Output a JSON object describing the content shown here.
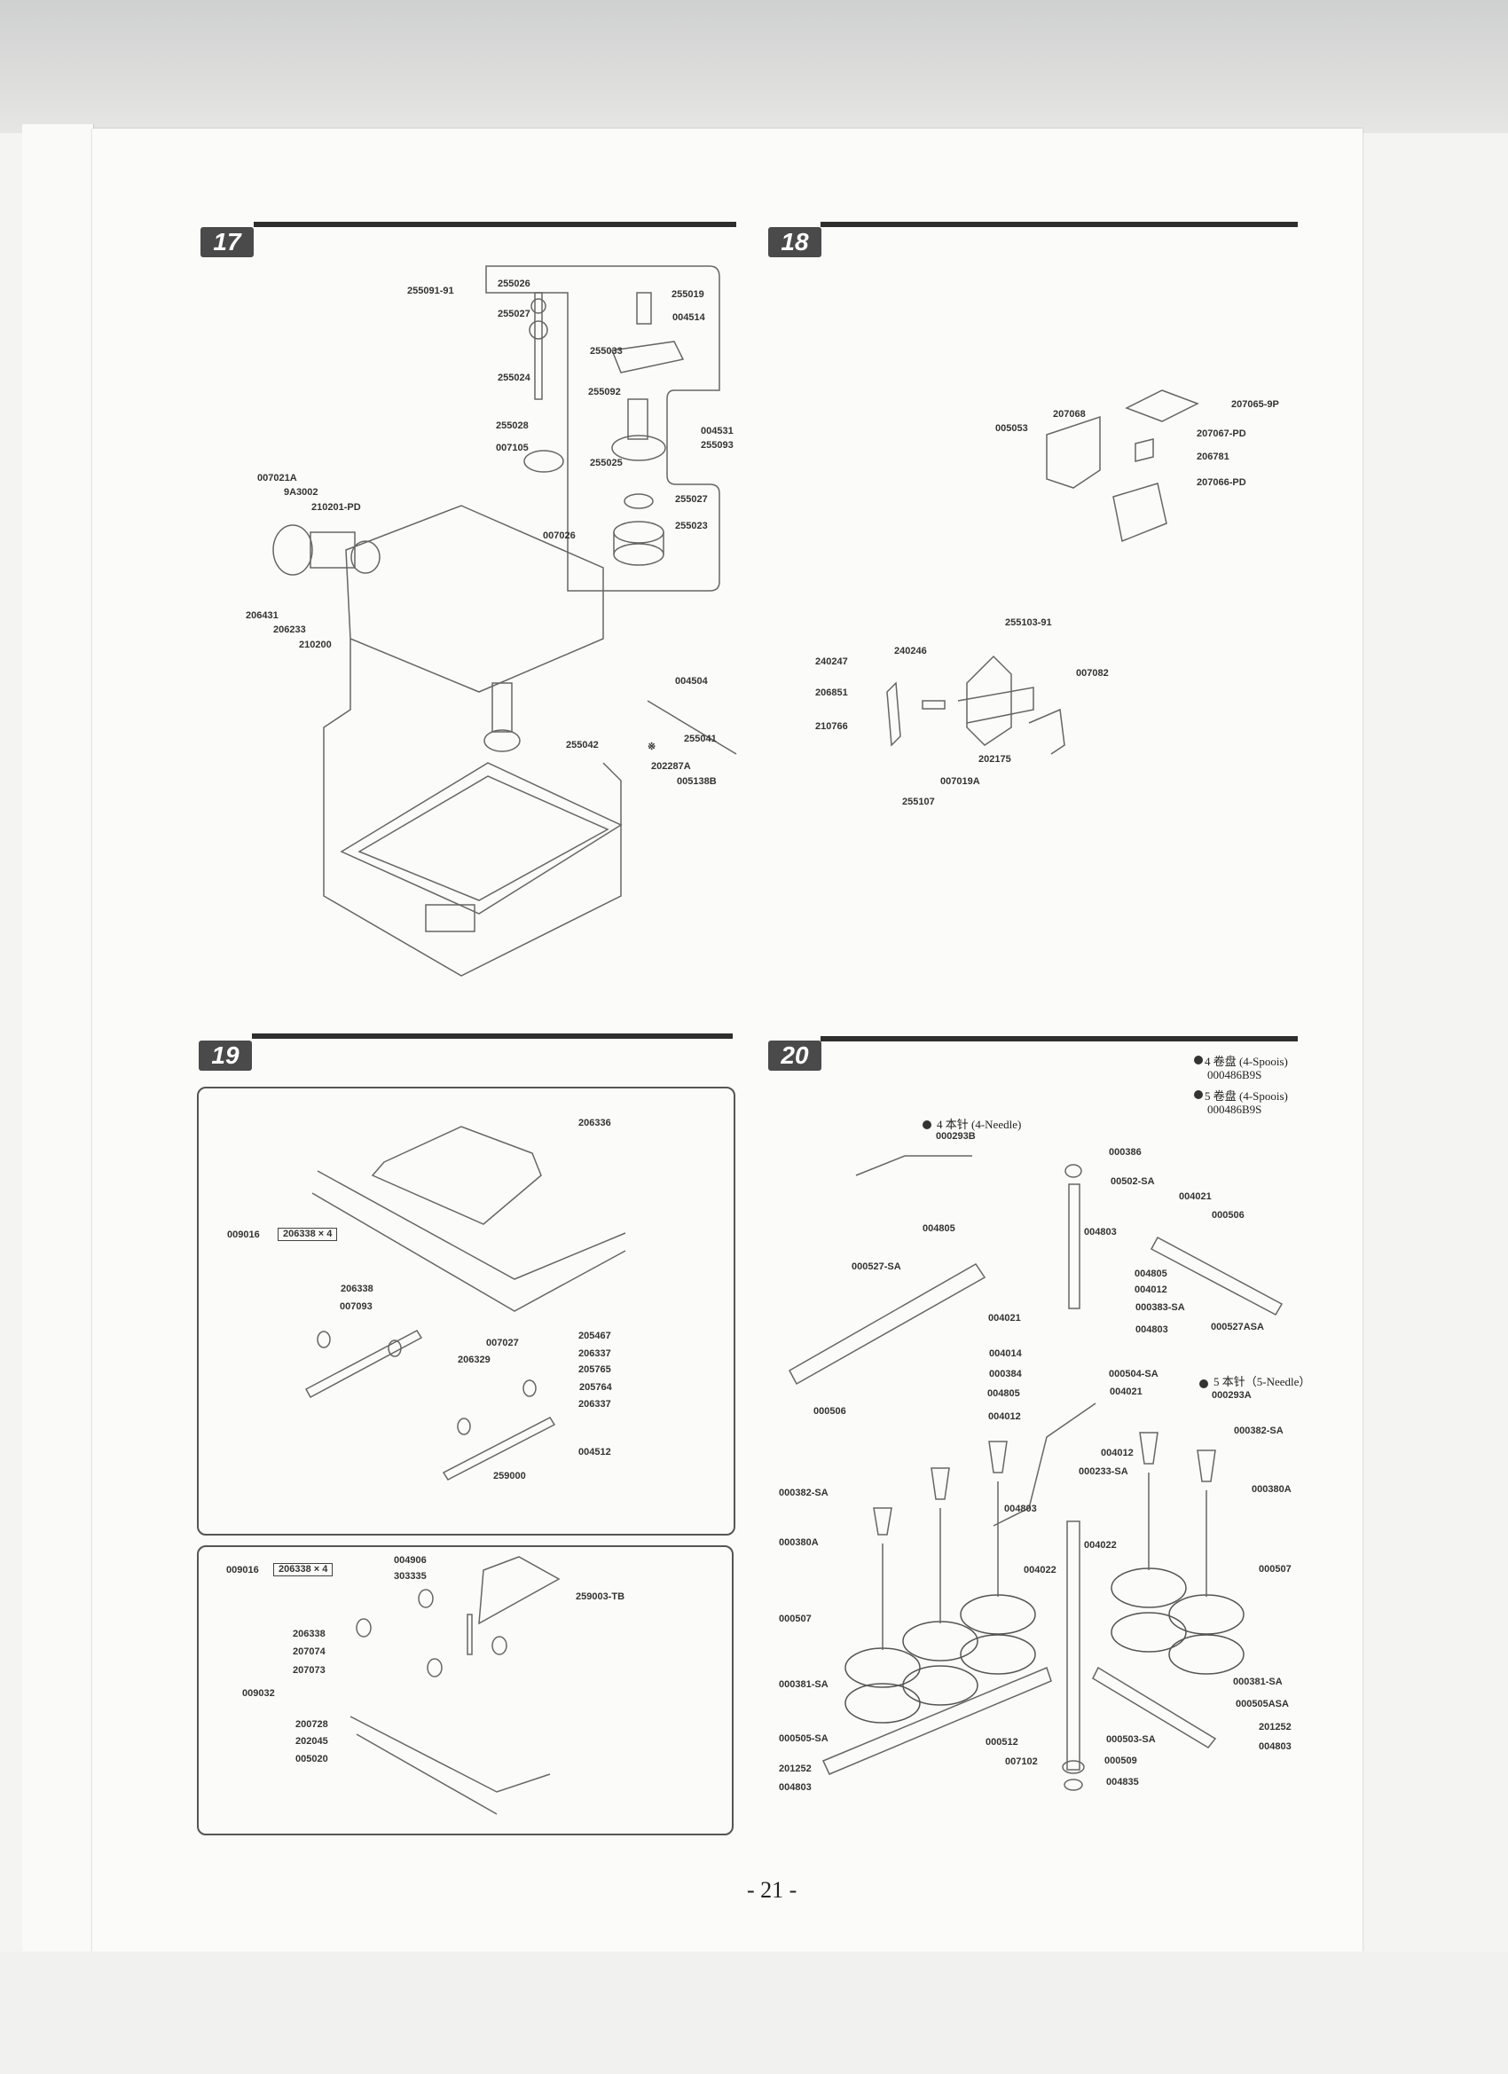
{
  "page_number": "- 21 -",
  "s17": {
    "number": "17",
    "labels": [
      "255091-91",
      "255026",
      "255027",
      "255019",
      "004514",
      "255033",
      "255024",
      "255092",
      "255028",
      "007105",
      "004531",
      "255093",
      "255025",
      "255027",
      "255023",
      "007026",
      "007021A",
      "9A3002",
      "210201-PD",
      "206431",
      "206233",
      "210200",
      "004504",
      "255042",
      "255041",
      "※",
      "202287A",
      "005138B"
    ]
  },
  "s18": {
    "number": "18",
    "labels": [
      "207065-9P",
      "207068",
      "005053",
      "207067-PD",
      "206781",
      "207066-PD",
      "255103-91",
      "240246",
      "240247",
      "007082",
      "206851",
      "210766",
      "202175",
      "007019A",
      "255107"
    ]
  },
  "s19": {
    "number": "19",
    "labels": [
      "206336",
      "009016",
      "206338 × 4",
      "206338",
      "007093",
      "007027",
      "206329",
      "205467",
      "206337",
      "205765",
      "205764",
      "206337",
      "004512",
      "259000",
      "009016",
      "206338 × 4",
      "004906",
      "303335",
      "259003-TB",
      "206338",
      "207074",
      "207073",
      "009032",
      "200728",
      "202045",
      "005020"
    ]
  },
  "s20": {
    "number": "20",
    "legend": [
      "4 卷盘 (4-Spoois)",
      "000486B9S",
      "5 卷盘 (4-Spoois)",
      "000486B9S"
    ],
    "needle4": [
      "4 本针 (4-Needle)",
      "000293B"
    ],
    "needle5": [
      "5 本针（5-Needle）",
      "000293A"
    ],
    "labels": [
      "000386",
      "00502-SA",
      "004021",
      "000506",
      "004805",
      "004803",
      "000527-SA",
      "004805",
      "004012",
      "000383-SA",
      "004021",
      "004803",
      "000527ASA",
      "004014",
      "000384",
      "000504-SA",
      "004805",
      "004021",
      "000506",
      "004012",
      "000382-SA",
      "004012",
      "000233-SA",
      "000382-SA",
      "000380A",
      "004803",
      "000380A",
      "004022",
      "004022",
      "000507",
      "000507",
      "000381-SA",
      "000381-SA",
      "000505ASA",
      "201252",
      "000505-SA",
      "000512",
      "000503-SA",
      "004803",
      "007102",
      "000509",
      "201252",
      "004803",
      "004835"
    ]
  }
}
